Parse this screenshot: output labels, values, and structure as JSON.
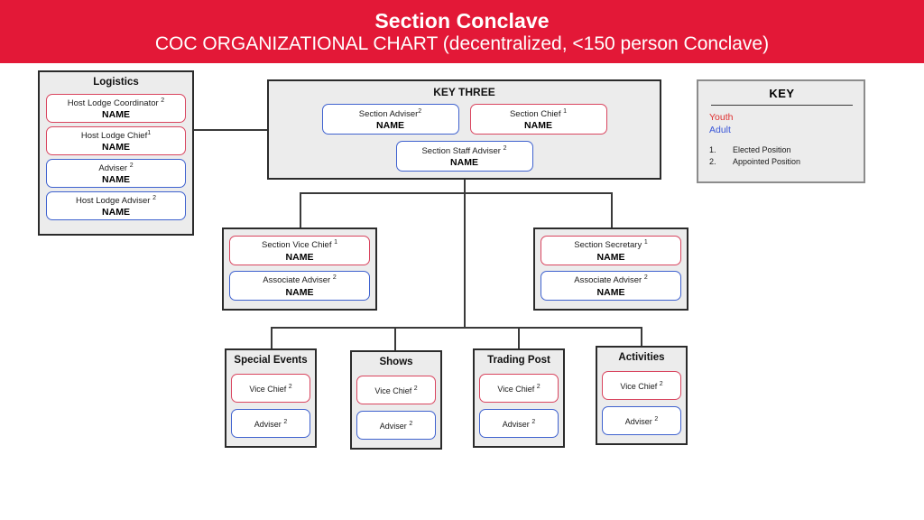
{
  "header": {
    "title": "Section Conclave",
    "subtitle": "COC ORGANIZATIONAL CHART  (decentralized, <150 person Conclave)",
    "band_color": "#E31837"
  },
  "colors": {
    "youth": "#D9455F",
    "adult": "#3F62CF",
    "youth_text": "#E03030",
    "adult_text": "#3A57D8",
    "group_fill": "#ECECEC",
    "group_border": "#2B2B2B"
  },
  "logistics": {
    "title": "Logistics",
    "members": [
      {
        "role": "Host Lodge Coordinator",
        "sup": "2",
        "name": "NAME",
        "type": "youth"
      },
      {
        "role": "Host Lodge Chief",
        "sup": "1",
        "name": "NAME",
        "type": "youth"
      },
      {
        "role": "Adviser",
        "sup": "2",
        "name": "NAME",
        "type": "adult"
      },
      {
        "role": "Host Lodge Adviser",
        "sup": "2",
        "name": "NAME",
        "type": "adult"
      }
    ]
  },
  "key_three": {
    "title": "KEY THREE",
    "row1": [
      {
        "role": "Section Adviser",
        "sup": "2",
        "name": "NAME",
        "type": "adult"
      },
      {
        "role": "Section Chief",
        "sup": "1",
        "name": "NAME",
        "type": "youth"
      }
    ],
    "row2": [
      {
        "role": "Section Staff Adviser",
        "sup": "2",
        "name": "NAME",
        "type": "adult"
      }
    ]
  },
  "key_legend": {
    "title": "KEY",
    "youth_label": "Youth",
    "adult_label": "Adult",
    "notes": [
      {
        "num": "1.",
        "text": "Elected Position"
      },
      {
        "num": "2.",
        "text": "Appointed Position"
      }
    ]
  },
  "vice_chief_group": {
    "members": [
      {
        "role": "Section Vice Chief",
        "sup": "1",
        "name": "NAME",
        "type": "youth"
      },
      {
        "role": "Associate Adviser",
        "sup": "2",
        "name": "NAME",
        "type": "adult"
      }
    ]
  },
  "secretary_group": {
    "members": [
      {
        "role": "Section Secretary",
        "sup": "1",
        "name": "NAME",
        "type": "youth"
      },
      {
        "role": "Associate Adviser",
        "sup": "2",
        "name": "NAME",
        "type": "adult"
      }
    ]
  },
  "committees": [
    {
      "title": "Special Events",
      "members": [
        {
          "role": "Vice Chief",
          "sup": "2",
          "type": "youth"
        },
        {
          "role": "Adviser",
          "sup": "2",
          "type": "adult"
        }
      ]
    },
    {
      "title": "Shows",
      "members": [
        {
          "role": "Vice Chief",
          "sup": "2",
          "type": "youth"
        },
        {
          "role": "Adviser",
          "sup": "2",
          "type": "adult"
        }
      ]
    },
    {
      "title": "Trading Post",
      "members": [
        {
          "role": "Vice Chief",
          "sup": "2",
          "type": "youth"
        },
        {
          "role": "Adviser",
          "sup": "2",
          "type": "adult"
        }
      ]
    },
    {
      "title": "Activities",
      "members": [
        {
          "role": "Vice Chief",
          "sup": "2",
          "type": "youth"
        },
        {
          "role": "Adviser",
          "sup": "2",
          "type": "adult"
        }
      ]
    }
  ]
}
